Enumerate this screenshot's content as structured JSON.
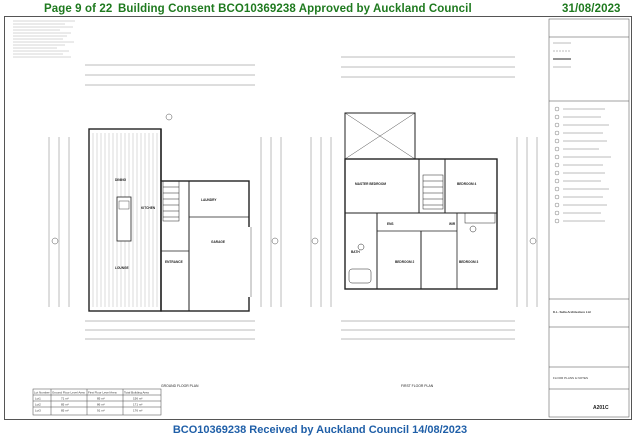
{
  "header": {
    "page": "Page 9 of 22",
    "consent": "Building Consent BCO10369238 Approved by Auckland Council",
    "date": "31/08/2023"
  },
  "footer": {
    "received": "BCO10369238 Received by Auckland Council 14/08/2023"
  },
  "drawing": {
    "ground_plan_caption": "GROUND FLOOR PLAN",
    "first_plan_caption": "FIRST FLOOR PLAN",
    "rooms_ground": [
      "DINING",
      "KITCHEN",
      "LOUNGE",
      "ENTRANCE",
      "GARAGE",
      "LAUNDRY"
    ],
    "rooms_first": [
      "MASTER BEDROOM",
      "BEDROOM 2",
      "BEDROOM 3",
      "BEDROOM 4",
      "ENS",
      "BATH",
      "WIR"
    ],
    "title_block": {
      "company": "K.L. Sulla Architecture Ltd",
      "sheet_title": "FLOOR PLANS & NOTES",
      "sheet_no": "A201C"
    }
  },
  "area_table": {
    "headers": [
      "Lot Number",
      "Ground Floor Level Area",
      "First Floor Level Area",
      "Total Building Area"
    ],
    "rows": [
      [
        "Lot1",
        "71 m²",
        "85 m²",
        "156 m²"
      ],
      [
        "Lot2",
        "85 m²",
        "86 m²",
        "171 m²"
      ],
      [
        "Lot3",
        "85 m²",
        "91 m²",
        "176 m²"
      ]
    ]
  }
}
